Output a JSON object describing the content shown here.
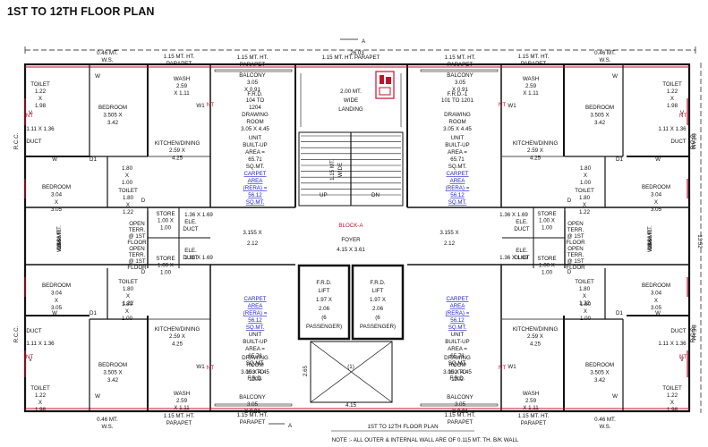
{
  "page_title": "1ST TO 12TH FLOOR PLAN",
  "plan": {
    "title": "1ST TO 12TH FLOOR PLAN",
    "note": "NOTE :-  ALL OUTER & INTERNAL WALL ARE OF 0.115 MT. TH. B/K WALL",
    "block_label": "BLOCK-A",
    "section_marker": "A",
    "overall_width": "26.03",
    "overall_depth": "13.52",
    "foyer": {
      "name": "FOYER",
      "size": "4.15 X 3.61"
    },
    "lobby_spaces": {
      "left": "3.155 X\n2.12",
      "right": "3.155 X\n2.12"
    },
    "landing": {
      "lines": [
        "2.00 MT.",
        "WIDE",
        "LANDING"
      ]
    },
    "stair_width": [
      "1.15 MT.",
      "WIDE"
    ],
    "stair_up": "UP",
    "stair_dn": "DN",
    "lifts": [
      {
        "lines": [
          "F.R.D.",
          "LIFT",
          "1.97 X",
          "2.06",
          "(6",
          "PASSENGER)"
        ]
      },
      {
        "lines": [
          "F.R.D.",
          "LIFT",
          "1.97 X",
          "2.06",
          "(6",
          "PASSENGER)"
        ]
      }
    ],
    "lift_pit": {
      "label": "(1)",
      "width": "4.15",
      "depth": "2.65"
    },
    "top_parapet_center": "1.15 MT. HT. PARAPET",
    "units": [
      {
        "id": "top-left",
        "numbers": [
          "104 TO",
          "1204"
        ],
        "frd": "F.R.D.",
        "drawing_room": [
          "DRAWING",
          "ROOM",
          "3.05 X 4.45"
        ],
        "unit_area": [
          "UNIT",
          "BUILT-UP",
          "AREA =",
          "65.71",
          "SQ.MT."
        ],
        "carpet": [
          "CARPET",
          "AREA",
          "(RERA) =",
          "56.12",
          "SQ.MT."
        ]
      },
      {
        "id": "top-right",
        "numbers": [
          "101 TO 1201"
        ],
        "frd": "F.R.D.-1",
        "drawing_room": [
          "DRAWING",
          "ROOM",
          "3.05 X 4.45"
        ],
        "unit_area": [
          "UNIT",
          "BUILT-UP",
          "AREA =",
          "65.71",
          "SQ.MT."
        ],
        "carpet": [
          "CARPET",
          "AREA",
          "(RERA) =",
          "56.12",
          "SQ.MT."
        ]
      },
      {
        "id": "bottom-left",
        "numbers": [
          "103 TO",
          "1203"
        ],
        "frd": "F.R.D.",
        "drawing_room": [
          "DRAWING",
          "ROOM",
          "3.05 X 4.45"
        ],
        "unit_area": [
          "UNIT",
          "BUILT-UP",
          "AREA =",
          "65.78",
          "SQ.MT."
        ],
        "carpet": [
          "CARPET",
          "AREA",
          "(RERA) =",
          "56.12",
          "SQ.MT."
        ]
      },
      {
        "id": "bottom-right",
        "numbers": [
          "102 TO",
          "1202"
        ],
        "frd": "F.R.D.",
        "drawing_room": [
          "DRAWING",
          "ROOM",
          "3.05 X 4.45"
        ],
        "unit_area": [
          "UNIT",
          "BUILT-UP",
          "AREA =",
          "65.78",
          "SQ.MT."
        ],
        "carpet": [
          "CARPET",
          "AREA",
          "(RERA) =",
          "56.12",
          "SQ.MT."
        ]
      }
    ],
    "rooms": {
      "bedroom_outer": [
        "BEDROOM",
        "3.505 X",
        "3.42"
      ],
      "bedroom_mid": [
        "BEDROOM",
        "3.04",
        "X",
        "3.05"
      ],
      "kitchen": [
        "KITCHEN/DINING",
        "2.59 X",
        "4.25"
      ],
      "toilet_outer": [
        "TOILET",
        "1.22",
        "X",
        "1.98"
      ],
      "toilet_mid": [
        "TOILET",
        "1.80",
        "X",
        "1.22"
      ],
      "passage": [
        "1.80",
        "X",
        "1.00"
      ],
      "store": [
        "STORE",
        "1.00 X",
        "1.00"
      ],
      "wash": [
        "WASH",
        "2.59",
        "X 1.11"
      ],
      "balcony": [
        "BALCONY",
        "3.05",
        "X 0.91"
      ],
      "parapet": [
        "1.15 MT. HT.",
        "PARAPET"
      ],
      "ws": [
        "0.46 MT.",
        "W.S."
      ],
      "rcc": "R.C.C.",
      "beam": "BEAM",
      "duct": "DUCT",
      "ele_duct": [
        "ELE.",
        "DUCT"
      ],
      "open_terr": [
        "OPEN",
        "TERR.",
        "@ 1ST",
        "FLOOR"
      ],
      "duct_size": "1.11 X 1.36",
      "lobby_duct_size": "1.36 X 1.69"
    },
    "marks": {
      "window": "W",
      "ventilator": "V",
      "door_d": "D",
      "door_d1": "D1",
      "nt": "NT",
      "w1": "W1"
    }
  }
}
